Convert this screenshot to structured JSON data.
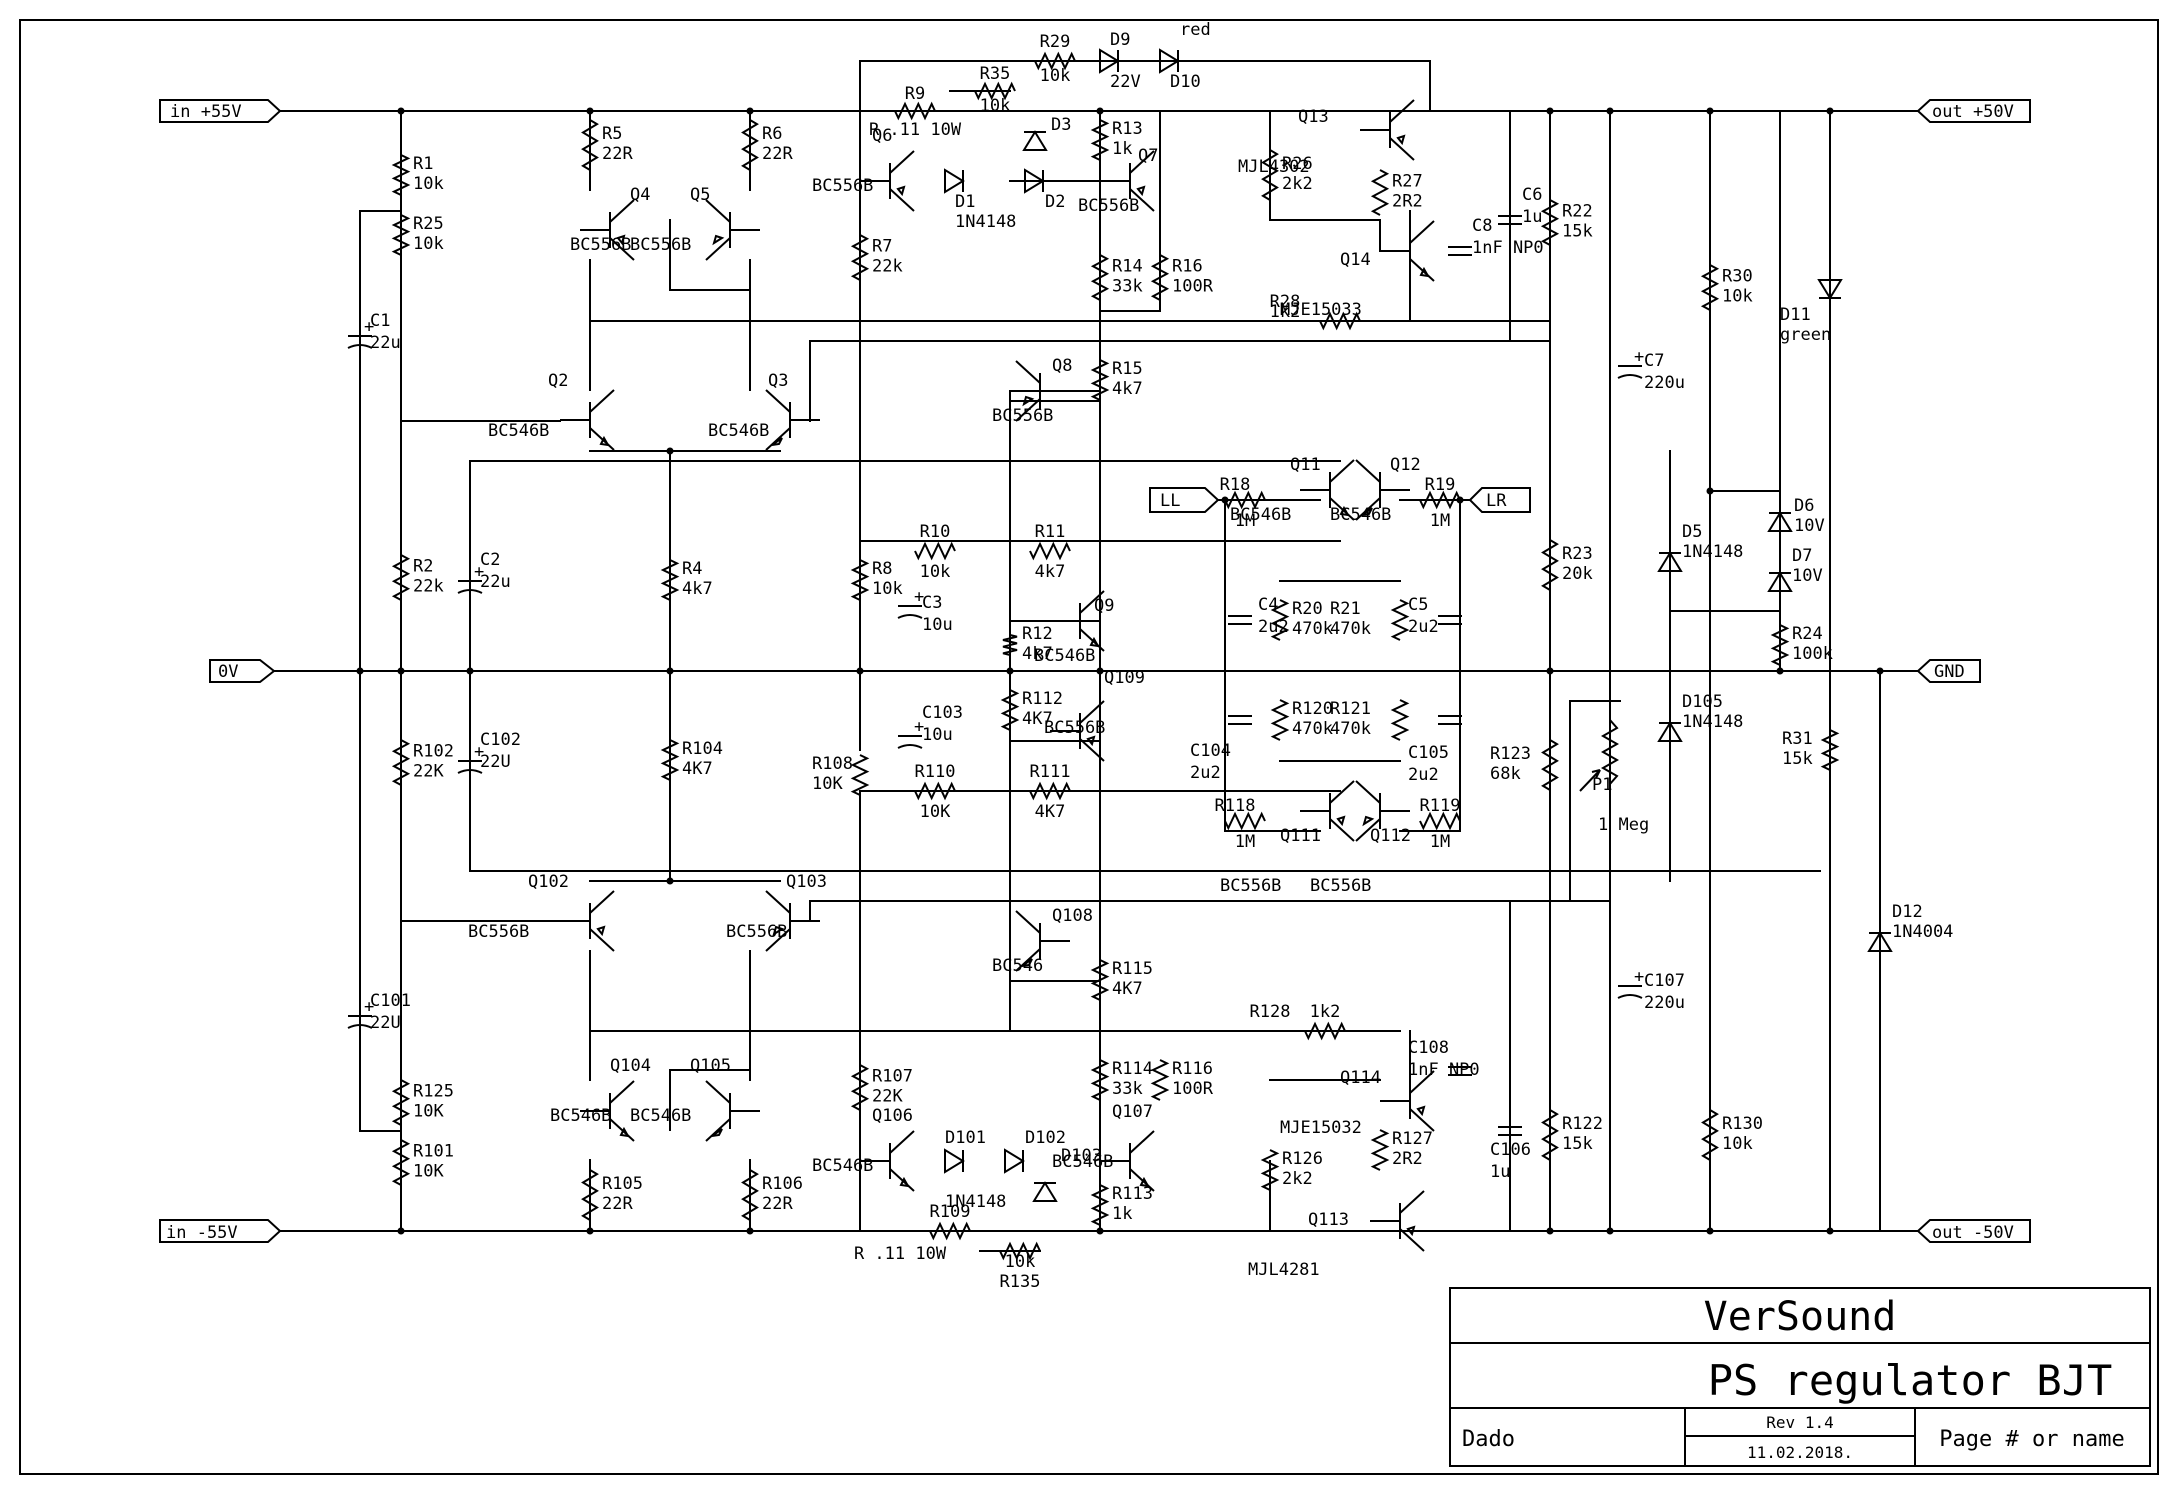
{
  "ports": {
    "in_pos": "in +55V",
    "in_neg": "in -55V",
    "zero": "0V",
    "out_pos": "out +50V",
    "out_neg": "out -50V",
    "gnd": "GND",
    "ll": "LL",
    "lr": "LR"
  },
  "title_block": {
    "company": "VerSound",
    "title": "PS regulator BJT",
    "author": "Dado",
    "rev": "Rev 1.4",
    "date": "11.02.2018.",
    "page": "Page # or name"
  },
  "components": {
    "r1": [
      "R1",
      "10k"
    ],
    "r25": [
      "R25",
      "10k"
    ],
    "r2": [
      "R2",
      "22k"
    ],
    "r102": [
      "R102",
      "22K"
    ],
    "r125": [
      "R125",
      "10K"
    ],
    "r101": [
      "R101",
      "10K"
    ],
    "c1": [
      "C1",
      "22u"
    ],
    "c101": [
      "C101",
      "22U"
    ],
    "c2": [
      "C2",
      "22u"
    ],
    "c102": [
      "C102",
      "22U"
    ],
    "r5": [
      "R5",
      "22R"
    ],
    "r6": [
      "R6",
      "22R"
    ],
    "r105": [
      "R105",
      "22R"
    ],
    "r106": [
      "R106",
      "22R"
    ],
    "q4": [
      "Q4",
      "BC556B"
    ],
    "q5": [
      "Q5",
      "BC556B"
    ],
    "q2": [
      "Q2",
      "BC546B"
    ],
    "q3": [
      "Q3",
      "BC546B"
    ],
    "q102": [
      "Q102",
      "BC556B"
    ],
    "q103": [
      "Q103",
      "BC556B"
    ],
    "q104": [
      "Q104",
      "BC546B"
    ],
    "q105": [
      "Q105",
      "BC546B"
    ],
    "r4": [
      "R4",
      "4k7"
    ],
    "r104": [
      "R104",
      "4K7"
    ],
    "r9": [
      "R9",
      "R .11 10W"
    ],
    "r35": [
      "R35",
      "10k"
    ],
    "r29": [
      "R29",
      "10k"
    ],
    "d9": [
      "D9",
      "22V"
    ],
    "d10": [
      "D10",
      "red"
    ],
    "q6": [
      "Q6",
      "BC556B"
    ],
    "d1": [
      "D1",
      "1N4148"
    ],
    "d2": [
      "D2",
      ""
    ],
    "d3": [
      "D3",
      ""
    ],
    "r7": [
      "R7",
      "22k"
    ],
    "r13": [
      "R13",
      "1k"
    ],
    "q7": [
      "Q7",
      "BC556B"
    ],
    "r14": [
      "R14",
      "33k"
    ],
    "r16": [
      "R16",
      "100R"
    ],
    "r15": [
      "R15",
      "4k7"
    ],
    "q8": [
      "Q8",
      "BC556B"
    ],
    "q13": [
      "Q13",
      "MJL4302"
    ],
    "r26": [
      "R26",
      "2k2"
    ],
    "r27": [
      "R27",
      "2R2"
    ],
    "q14": [
      "Q14",
      "MJE15033"
    ],
    "c8": [
      "C8",
      "1nF NP0"
    ],
    "r28": [
      "R28",
      "1k2"
    ],
    "c6": [
      "C6",
      "1u"
    ],
    "r22": [
      "R22",
      "15k"
    ],
    "c7": [
      "C7",
      "220u"
    ],
    "r30": [
      "R30",
      "10k"
    ],
    "d11": [
      "D11",
      "green"
    ],
    "r8": [
      "R8",
      "10k"
    ],
    "r10": [
      "R10",
      "10k"
    ],
    "r11": [
      "R11",
      "4k7"
    ],
    "c3": [
      "C3",
      "10u"
    ],
    "q9": [
      "Q9",
      "BC546B"
    ],
    "r12": [
      "R12",
      "4k7"
    ],
    "r18": [
      "R18",
      "1M"
    ],
    "q11": [
      "Q11",
      "BC546B"
    ],
    "q12": [
      "Q12",
      "BC546B"
    ],
    "r19": [
      "R19",
      "1M"
    ],
    "c4": [
      "C4",
      "2u2"
    ],
    "r20": [
      "R20",
      "470k"
    ],
    "r21": [
      "R21",
      "470k"
    ],
    "c5": [
      "C5",
      "2u2"
    ],
    "r23": [
      "R23",
      "20k"
    ],
    "d5": [
      "D5",
      "1N4148"
    ],
    "d6": [
      "D6",
      "10V"
    ],
    "d7": [
      "D7",
      "10V"
    ],
    "r24": [
      "R24",
      "100k"
    ],
    "r112": [
      "R112",
      "4K7"
    ],
    "q109": [
      "Q109",
      "BC556B"
    ],
    "r108": [
      "R108",
      "10K"
    ],
    "c103": [
      "C103",
      "10u"
    ],
    "r110": [
      "R110",
      "10K"
    ],
    "r111": [
      "R111",
      "4K7"
    ],
    "c104": [
      "C104",
      "2u2"
    ],
    "r120": [
      "R120",
      "470k"
    ],
    "r121": [
      "R121",
      "470k"
    ],
    "c105": [
      "C105",
      "2u2"
    ],
    "r118": [
      "R118",
      "1M"
    ],
    "q111": [
      "Q111",
      "BC556B"
    ],
    "q112": [
      "Q112",
      "BC556B"
    ],
    "r119": [
      "R119",
      "1M"
    ],
    "r123": [
      "R123",
      "68k"
    ],
    "p1": [
      "P1",
      "1 Meg"
    ],
    "d105": [
      "D105",
      "1N4148"
    ],
    "r31": [
      "R31",
      "15k"
    ],
    "d12": [
      "D12",
      "1N4004"
    ],
    "q108": [
      "Q108",
      "BC546"
    ],
    "r115": [
      "R115",
      "4K7"
    ],
    "r128": [
      "R128",
      "1k2"
    ],
    "c108": [
      "C108",
      "1nF NP0"
    ],
    "q114": [
      "Q114",
      "MJE15032"
    ],
    "c106": [
      "C106",
      "1u"
    ],
    "c107": [
      "C107",
      "220u"
    ],
    "r122": [
      "R122",
      "15k"
    ],
    "r130": [
      "R130",
      "10k"
    ],
    "r107": [
      "R107",
      "22K"
    ],
    "r114": [
      "R114",
      "33k"
    ],
    "r116": [
      "R116",
      "100R"
    ],
    "q106": [
      "Q106",
      "BC546B"
    ],
    "d101": [
      "D101",
      "1N4148"
    ],
    "d102": [
      "D102",
      ""
    ],
    "d103": [
      "D103",
      ""
    ],
    "q107": [
      "Q107",
      "BC546B"
    ],
    "r113": [
      "R113",
      "1k"
    ],
    "r126": [
      "R126",
      "2k2"
    ],
    "r127": [
      "R127",
      "2R2"
    ],
    "q113": [
      "Q113",
      "MJL4281"
    ],
    "r109": [
      "R109",
      "R .11 10W"
    ],
    "r135": [
      "R135",
      "10k"
    ]
  }
}
